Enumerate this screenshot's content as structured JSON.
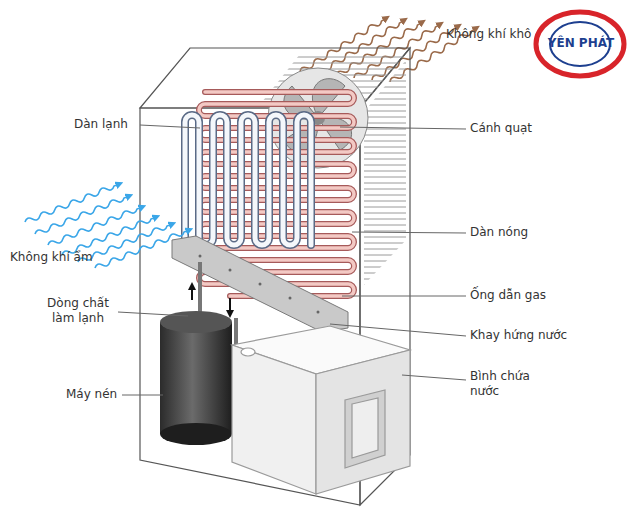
{
  "diagram": {
    "labels": [
      "Không khí khô",
      "YÊN PHÁT",
      "Dàn lạnh",
      "Cánh quạt",
      "Dàn nóng",
      "Không khí ẩm",
      "Dòng chất làm lạnh",
      "Ống dẫn gas",
      "Khay hứng nước",
      "Bình chứa nước",
      "Máy nén"
    ]
  }
}
